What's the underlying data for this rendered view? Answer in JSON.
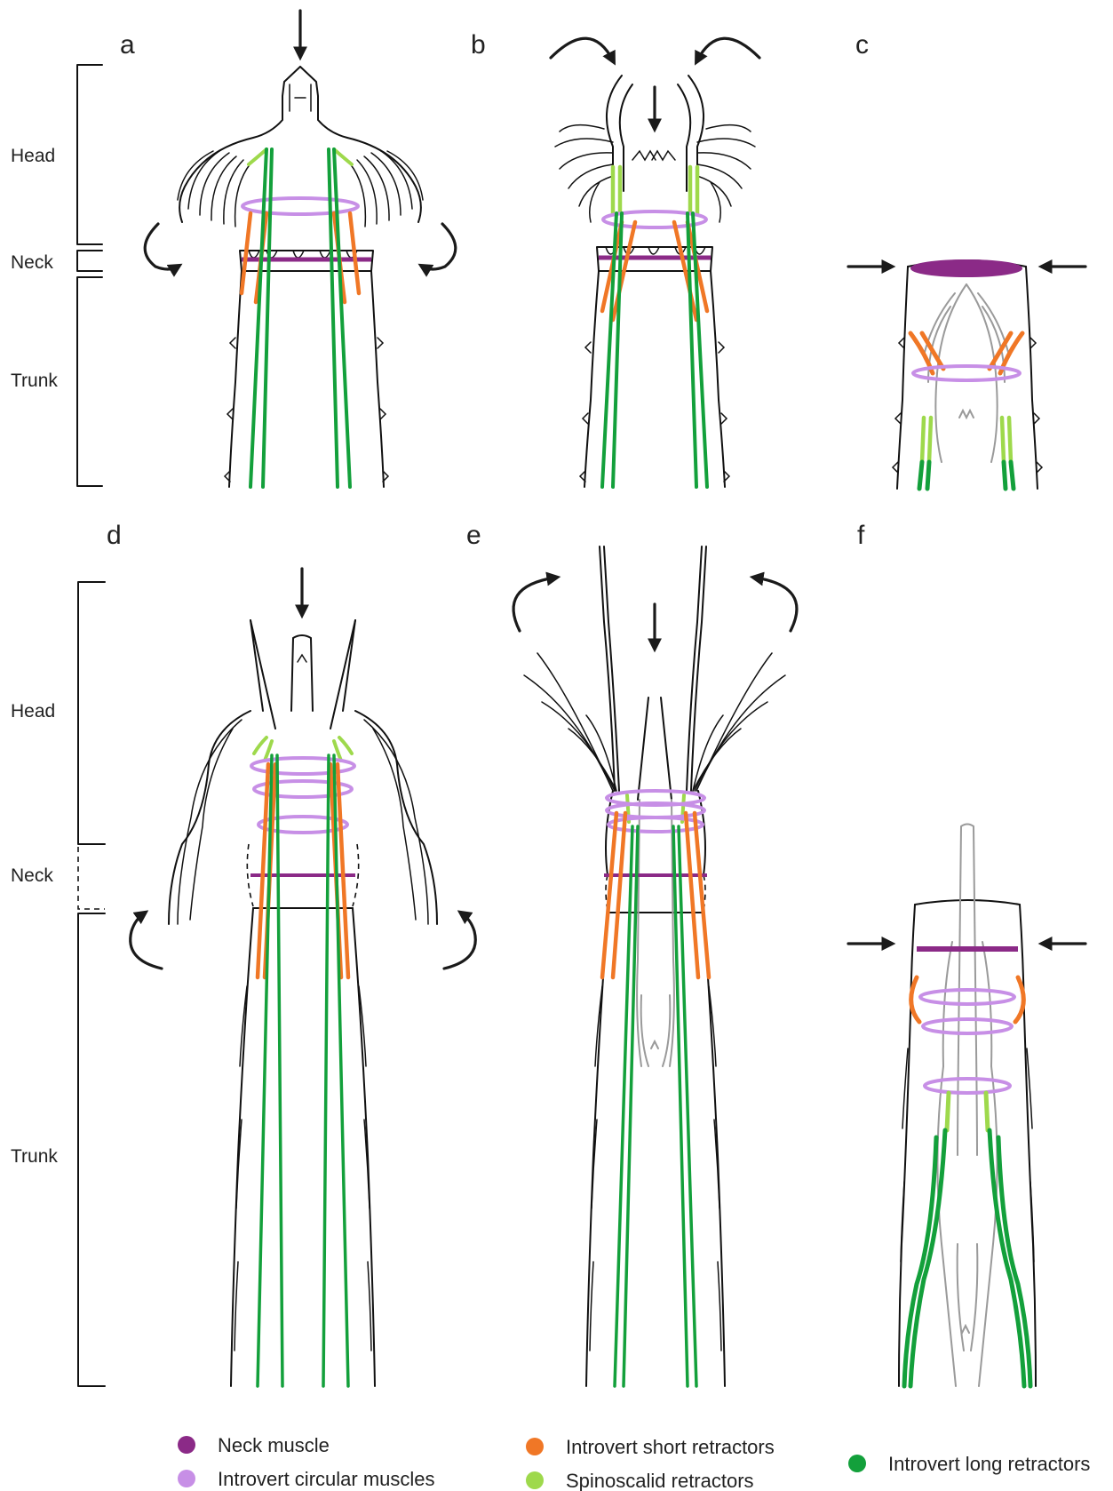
{
  "panels": [
    {
      "id": "a",
      "letter": "a"
    },
    {
      "id": "b",
      "letter": "b"
    },
    {
      "id": "c",
      "letter": "c"
    },
    {
      "id": "d",
      "letter": "d"
    },
    {
      "id": "e",
      "letter": "e"
    },
    {
      "id": "f",
      "letter": "f"
    }
  ],
  "regions": {
    "top": {
      "head": "Head",
      "neck": "Neck",
      "trunk": "Trunk"
    },
    "bottom": {
      "head": "Head",
      "neck": "Neck",
      "trunk": "Trunk"
    }
  },
  "legend": [
    {
      "key": "neck",
      "label": "Neck muscle",
      "color": "#8b2a87"
    },
    {
      "key": "circular",
      "label": "Introvert circular muscles",
      "color": "#c78fe6"
    },
    {
      "key": "short",
      "label": "Introvert short retractors",
      "color": "#f07726"
    },
    {
      "key": "spino",
      "label": "Spinoscalid retractors",
      "color": "#9ed94c"
    },
    {
      "key": "long",
      "label": "Introvert long retractors",
      "color": "#13a03b"
    }
  ],
  "colors": {
    "neck": "#8b2a87",
    "circular": "#c78fe6",
    "short": "#f07726",
    "spino": "#9ed94c",
    "long": "#13a03b",
    "outline": "#111111",
    "gut": "#9a9a9a"
  }
}
